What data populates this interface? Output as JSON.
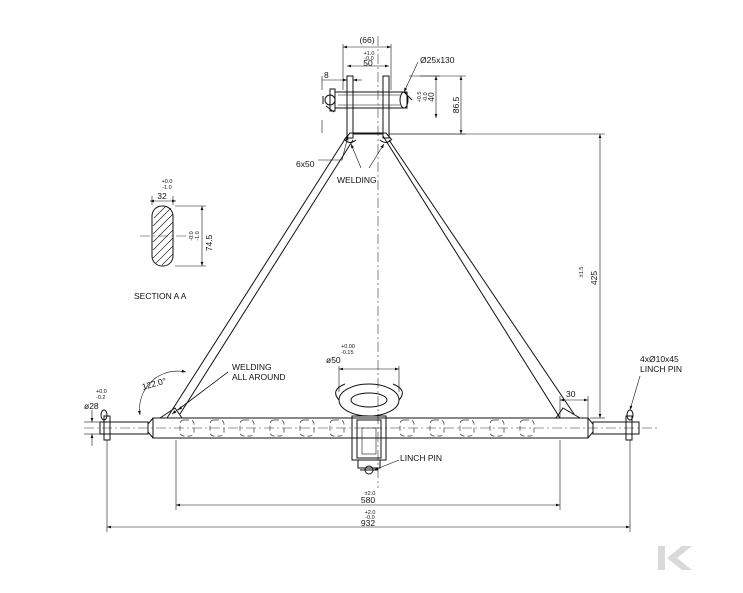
{
  "dimensions": {
    "pin_head_width": "(66)",
    "top_plate_width": "50",
    "top_plate_width_tol_upper": "+1.0",
    "top_plate_width_tol_lower": "-0.0",
    "top_pin": "Ø25x130",
    "top_offset": "8",
    "top_hole_height": "40",
    "top_hole_tol_upper": "+0.5",
    "top_hole_tol_lower": "-0.0",
    "top_height": "86.5",
    "plate_thickness": "6x50",
    "section_width": "32",
    "section_width_tol_upper": "+0.0",
    "section_width_tol_lower": "-1.0",
    "section_height": "74.5",
    "section_height_tol_upper": "-0.0",
    "section_height_tol_lower": "-1.0",
    "overall_height": "425",
    "overall_height_tol": "±1.5",
    "ring_diameter": "ø50",
    "ring_tol_upper": "+0.00",
    "ring_tol_lower": "-0.15",
    "angle": "122.0°",
    "pin_diameter": "ø28",
    "pin_tol_upper": "+0.0",
    "pin_tol_lower": "-0.2",
    "end_offset": "30",
    "inner_width": "580",
    "inner_width_tol": "±2.0",
    "overall_width": "932",
    "overall_width_tol_upper": "+2.0",
    "overall_width_tol_lower": "-0.0"
  },
  "labels": {
    "welding_top": "WELDING",
    "welding_all_line1": "WELDING",
    "welding_all_line2": "ALL AROUND",
    "section": "SECTION A A",
    "linch_pin": "LINCH PIN",
    "linch_pin_spec_line1": "4xØ10x45",
    "linch_pin_spec_line2": "LINCH PIN"
  },
  "colors": {
    "line": "#111111",
    "logo": "#d9d9d9"
  }
}
